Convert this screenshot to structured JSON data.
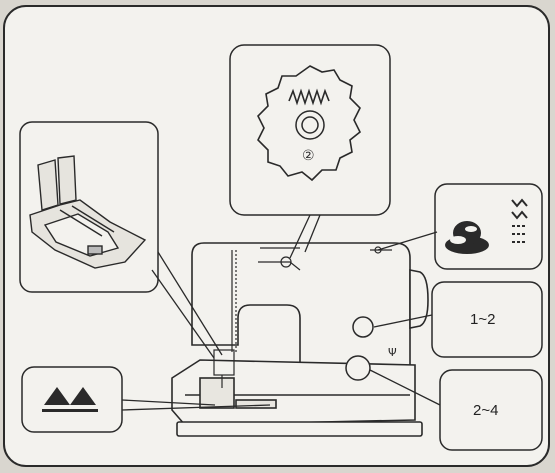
{
  "callouts": {
    "dial_number": "②",
    "upper_dial_setting": "1~2",
    "lower_dial_setting": "2~4"
  },
  "icons": {
    "stitch_pattern_icon": "zigzag-stitch-icon",
    "presser_foot_icon": "presser-foot-icon",
    "thread_spool_icon": "thread-spool-icon",
    "feed_dog_icon": "feed-dog-up-icon"
  },
  "colors": {
    "background": "#d9d6cf",
    "panel": "#f3f2ee",
    "line": "#2a2a2a"
  }
}
